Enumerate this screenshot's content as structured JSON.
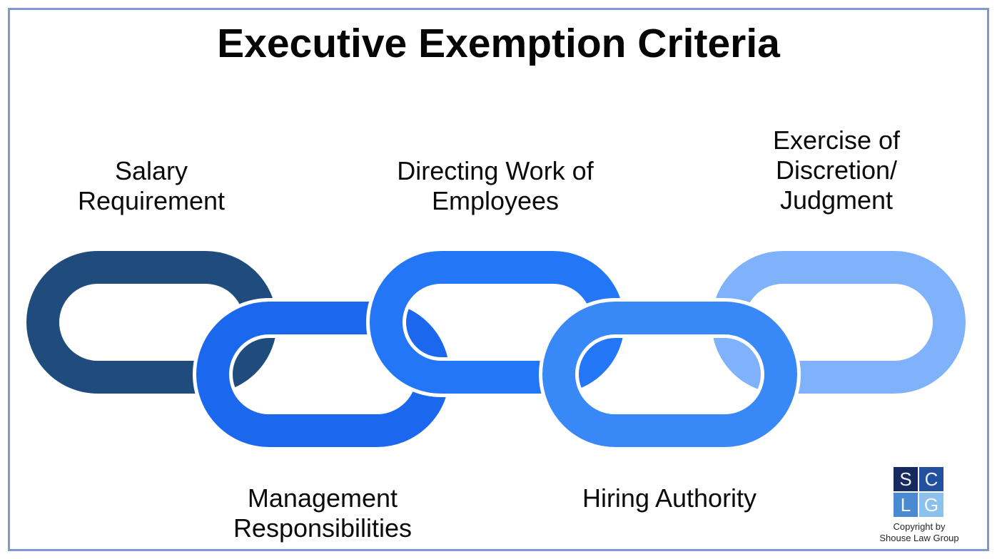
{
  "title": "Executive Exemption Criteria",
  "criteria": [
    {
      "label": "Salary\nRequirement",
      "position": "top"
    },
    {
      "label": "Management\nResponsibilities",
      "position": "bottom"
    },
    {
      "label": "Directing Work of\nEmployees",
      "position": "top"
    },
    {
      "label": "Hiring Authority",
      "position": "bottom"
    },
    {
      "label": "Exercise of\nDiscretion/\nJudgment",
      "position": "top"
    }
  ],
  "chain": {
    "casing_color": "#FFFFFF",
    "links": [
      {
        "name": "salary-requirement",
        "color": "#1F4B7D"
      },
      {
        "name": "management-responsibilities",
        "color": "#1B68EF"
      },
      {
        "name": "directing-work-of-employees",
        "color": "#2377F7"
      },
      {
        "name": "hiring-authority",
        "color": "#3888F8"
      },
      {
        "name": "exercise-of-discretion-judgment",
        "color": "#7FB2FA"
      }
    ]
  },
  "logo": {
    "tiles": [
      {
        "letter": "S",
        "color": "#172A5F"
      },
      {
        "letter": "C",
        "color": "#234F9F"
      },
      {
        "letter": "L",
        "color": "#4A8AD2"
      },
      {
        "letter": "G",
        "color": "#8CC0ED"
      }
    ],
    "copyright_line1": "Copyright by",
    "copyright_line2": "Shouse Law Group"
  },
  "frame": {
    "border_color": "#7D99CF",
    "background": "#FFFFFF"
  }
}
